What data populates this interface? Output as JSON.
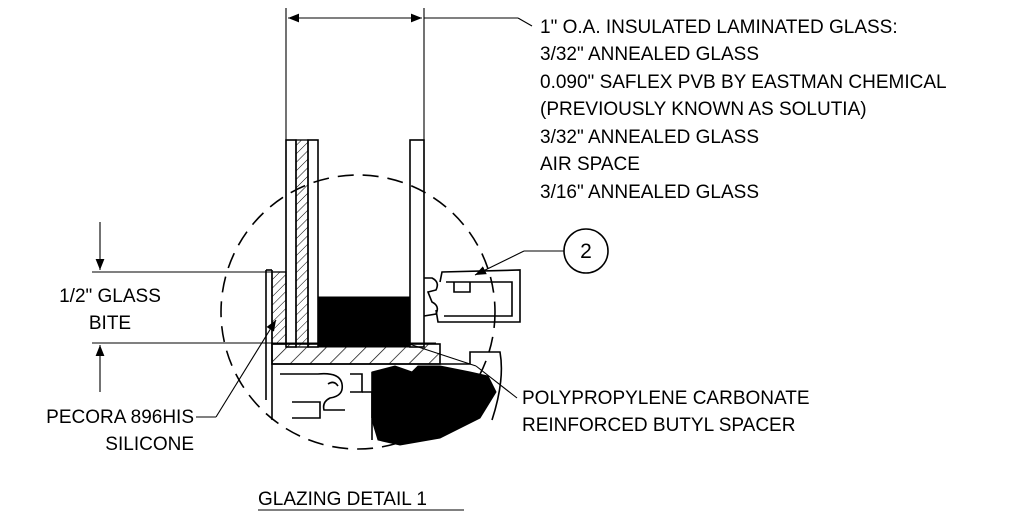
{
  "glass_callout": {
    "line1": "1\" O.A. INSULATED LAMINATED GLASS:",
    "line2": "3/32\" ANNEALED GLASS",
    "line3": "0.090\" SAFLEX PVB BY EASTMAN CHEMICAL",
    "line4": "(PREVIOUSLY KNOWN AS SOLUTIA)",
    "line5": "3/32\" ANNEALED GLASS",
    "line6": "AIR SPACE",
    "line7": "3/16\" ANNEALED GLASS"
  },
  "glass_bite": {
    "line1": "1/2\" GLASS",
    "line2": "BITE"
  },
  "silicone": {
    "line1": "PECORA 896HIS",
    "line2": "SILICONE"
  },
  "spacer": {
    "line1": "POLYPROPYLENE CARBONATE",
    "line2": "REINFORCED BUTYL SPACER"
  },
  "detail_tag": "2",
  "title": "GLAZING DETAIL 1"
}
